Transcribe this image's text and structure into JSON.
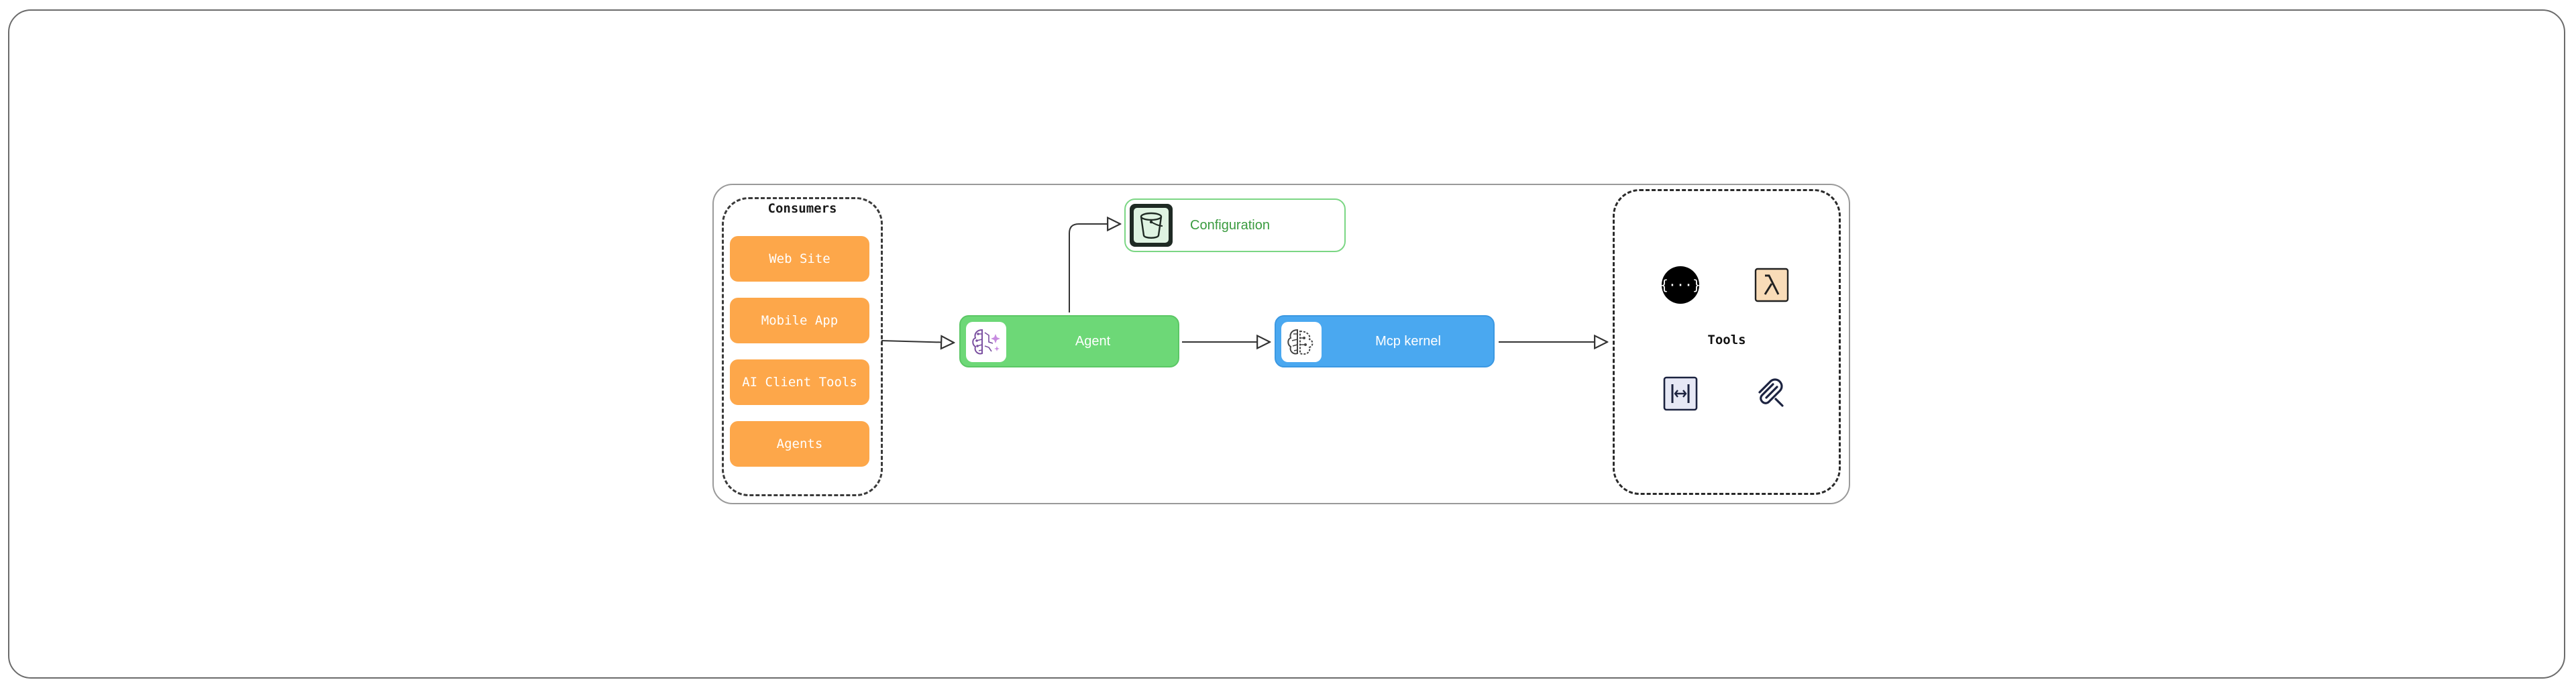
{
  "consumers": {
    "title": "Consumers",
    "items": [
      "Web Site",
      "Mobile App",
      "AI Client Tools",
      "Agents"
    ]
  },
  "agent": {
    "label": "Agent",
    "icon": "brain-sparkle-icon",
    "color": "#6dd877"
  },
  "mcp_kernel": {
    "label": "Mcp kernel",
    "icon": "brain-circuit-icon",
    "color": "#4aa8f0"
  },
  "configuration": {
    "label": "Configuration",
    "icon": "bucket-icon",
    "color": "#3a9b3f"
  },
  "tools": {
    "title": "Tools",
    "icons": [
      "api-gateway-icon",
      "lambda-icon",
      "step-functions-icon",
      "quicksight-icon"
    ]
  },
  "colors": {
    "consumer": "#fda74a",
    "border": "#6b6b6b"
  }
}
